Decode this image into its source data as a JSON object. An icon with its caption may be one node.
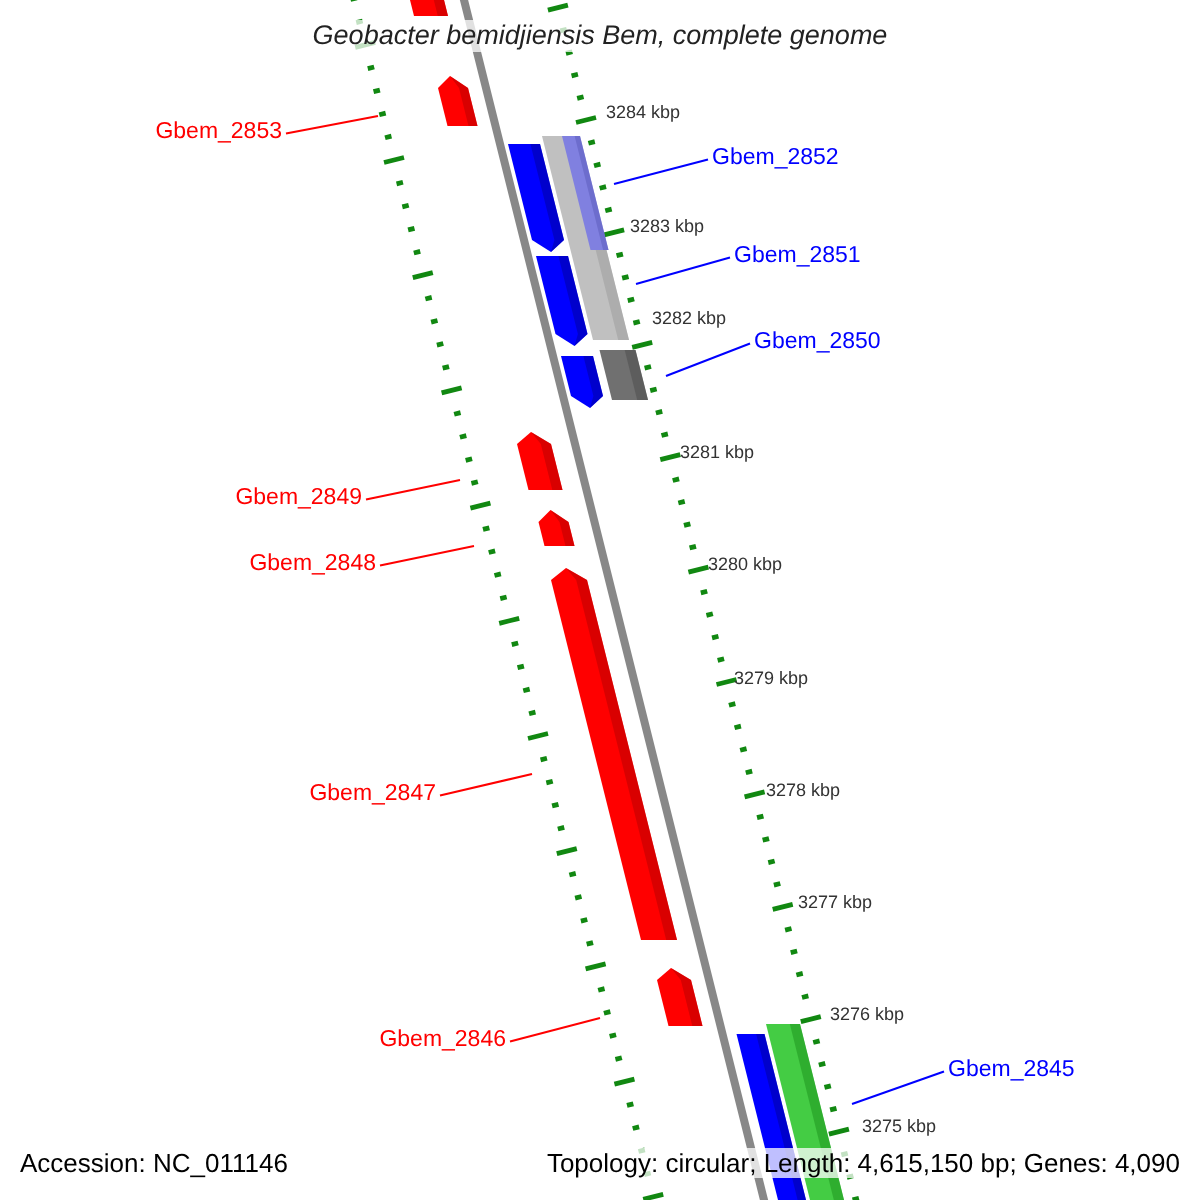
{
  "diagram": {
    "title": "Geobacter bemidjiensis Bem, complete genome",
    "nodes": [
      {
        "text": [
          "Gbem_2853"
        ]
      },
      {
        "text": [
          "Gbem_2852"
        ]
      },
      {
        "text": [
          "Gbem_2851"
        ]
      },
      {
        "text": [
          "Gbem_2850"
        ]
      },
      {
        "text": [
          "Gbem_2849"
        ]
      },
      {
        "text": [
          "Gbem_2848"
        ]
      },
      {
        "text": [
          "Gbem_2847"
        ]
      },
      {
        "text": [
          "Gbem_2846"
        ]
      },
      {
        "text": [
          "Gbem_2845"
        ]
      }
    ],
    "edges": [
      {
        "from": 0,
        "to": null,
        "arrow": "none",
        "color": "#ff0000"
      },
      {
        "from": 1,
        "to": null,
        "arrow": "none",
        "color": "#0000ff"
      },
      {
        "from": 2,
        "to": null,
        "arrow": "none",
        "color": "#0000ff"
      },
      {
        "from": 3,
        "to": null,
        "arrow": "none",
        "color": "#0000ff"
      },
      {
        "from": 4,
        "to": null,
        "arrow": "none",
        "color": "#ff0000"
      },
      {
        "from": 5,
        "to": null,
        "arrow": "none",
        "color": "#ff0000"
      },
      {
        "from": 6,
        "to": null,
        "arrow": "none",
        "color": "#ff0000"
      },
      {
        "from": 7,
        "to": null,
        "arrow": "none",
        "color": "#ff0000"
      },
      {
        "from": 8,
        "to": null,
        "arrow": "none",
        "color": "#0000ff"
      }
    ],
    "labels": [
      "3284 kbp",
      "3283 kbp",
      "3282 kbp",
      "3281 kbp",
      "3280 kbp",
      "3279 kbp",
      "3278 kbp",
      "3277 kbp",
      "3276 kbp",
      "3275 kbp",
      "Accession: NC_011146",
      "Topology: circular; Length: 4,615,150 bp; Genes: 4,090"
    ]
  }
}
